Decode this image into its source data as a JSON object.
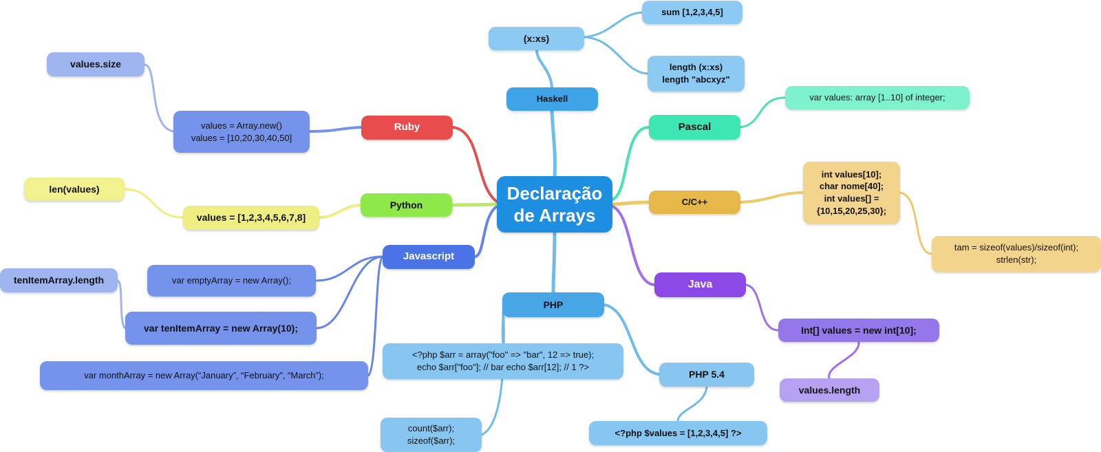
{
  "colors": {
    "center": "#1e8fe0",
    "haskell": "#3fa3e8",
    "haskell_leaf": "#8ccaf3",
    "haskell_line": "#6fbde8",
    "pascal": "#3ee6b4",
    "pascal_leaf": "#7ef2cf",
    "pascal_line": "#46e3b4",
    "cpp": "#e6b84a",
    "cpp_leaf": "#f3d48c",
    "cpp_line": "#efc86a",
    "java": "#8c48e6",
    "java_leaf": "#9577ec",
    "java_leaf2": "#b7a1f3",
    "java_line": "#a070ea",
    "php": "#48a6e6",
    "php_leaf": "#86c6f0",
    "php_line": "#6fbbe9",
    "js": "#4a74e6",
    "js_leaf": "#7593ea",
    "js_leaf2": "#9fb5f0",
    "js_line": "#6585e8",
    "python": "#8ee84a",
    "python_leaf": "#eeee82",
    "python_leaf2": "#f1f18f",
    "python_line": "#bde86a",
    "ruby": "#e84c4c",
    "ruby_leaf": "#7593ea",
    "ruby_leaf2": "#9fb5f0",
    "ruby_line": "#e35252"
  },
  "center": {
    "label": "Declaração\nde Arrays"
  },
  "branches": {
    "haskell": {
      "label": "Haskell",
      "child": "(x:xs)",
      "leaves": [
        "sum [1,2,3,4,5]",
        "length (x:xs)\nlength \"abcxyz\""
      ]
    },
    "pascal": {
      "label": "Pascal",
      "leaf": "var values: array [1..10] of integer;"
    },
    "cpp": {
      "label": "C/C++",
      "child": "int values[10];\nchar nome[40];\nint values[] =\n{10,15,20,25,30};",
      "leaf": "tam = sizeof(values)/sizeof(int);\nstrlen(str);"
    },
    "java": {
      "label": "Java",
      "child": "Int[] values = new int[10];",
      "leaf": "values.length"
    },
    "php": {
      "label": "PHP",
      "code": "<?php $arr = array(\"foo\" => \"bar\", 12 => true);\necho $arr[\"foo\"]; // bar echo $arr[12]; // 1 ?>",
      "count": "count($arr);\nsizeof($arr);",
      "php54": "PHP 5.4",
      "php54_leaf": "<?php $values = [1,2,3,4,5] ?>"
    },
    "javascript": {
      "label": "Javascript",
      "empty": "var emptyArray = new Array();",
      "ten": "var tenItemArray = new Array(10);",
      "ten_leaf": "tenItemArray.length",
      "month": "var monthArray = new Array(“January”, “February”, “March”);"
    },
    "python": {
      "label": "Python",
      "child": "values = [1,2,3,4,5,6,7,8]",
      "leaf": "len(values)"
    },
    "ruby": {
      "label": "Ruby",
      "child": "values = Array.new()\nvalues = [10,20,30,40,50]",
      "leaf": "values.size"
    }
  }
}
